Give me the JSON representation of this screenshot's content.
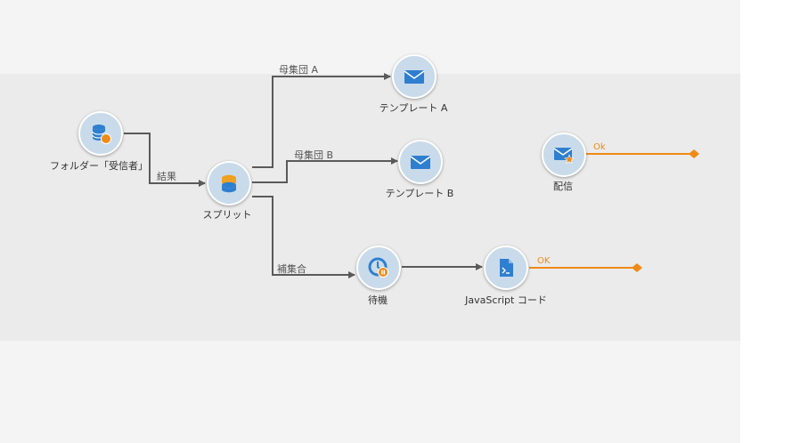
{
  "nodes": {
    "folder": {
      "label": "フォルダー「受信者」",
      "icon": "database-icon"
    },
    "split": {
      "label": "スプリット",
      "icon": "split-icon"
    },
    "template_a": {
      "label": "テンプレート A",
      "icon": "email-icon"
    },
    "template_b": {
      "label": "テンプレート B",
      "icon": "email-icon"
    },
    "wait": {
      "label": "待機",
      "icon": "clock-icon"
    },
    "javascript": {
      "label": "JavaScript コード",
      "icon": "script-file-icon"
    },
    "delivery": {
      "label": "配信",
      "icon": "email-star-icon"
    }
  },
  "transitions": {
    "result": "結果",
    "population_a": "母集団 A",
    "population_b": "母集団 B",
    "complement": "補集合",
    "js_ok": "OK",
    "delivery_ok": "Ok"
  },
  "colors": {
    "node_fill": "#c9dbea",
    "icon_blue": "#2f7fd0",
    "accent_orange": "#f08a16",
    "wire_gray": "#5a5a5a"
  }
}
